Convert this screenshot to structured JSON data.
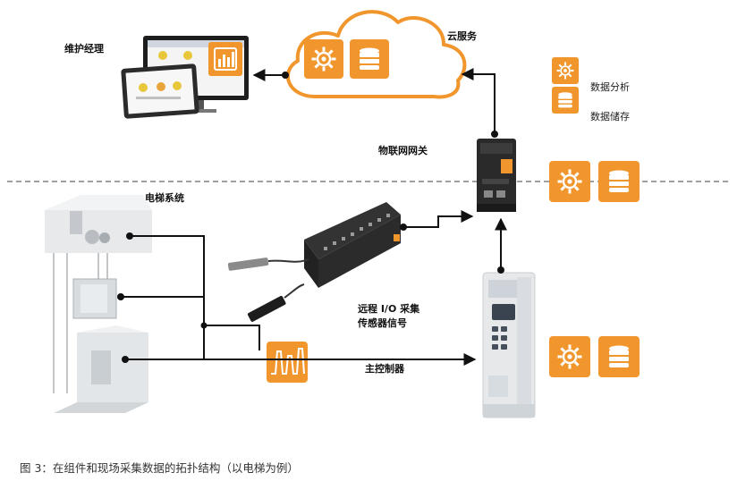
{
  "labels": {
    "maintenance_manager": "维护经理",
    "cloud_service": "云服务",
    "iot_gateway": "物联网网关",
    "elevator_system": "电梯系统",
    "remote_io_line1": "远程 I/O 采集",
    "remote_io_line2": "传感器信号",
    "main_controller": "主控制器"
  },
  "legend": {
    "data_analysis": "数据分析",
    "data_storage": "数据储存"
  },
  "caption": "图 3：在组件和现场采集数据的拓扑结构（以电梯为例）",
  "colors": {
    "accent_orange": "#f0962d",
    "line": "#111111",
    "divider": "#666666",
    "device_dark": "#2a2a2a"
  }
}
